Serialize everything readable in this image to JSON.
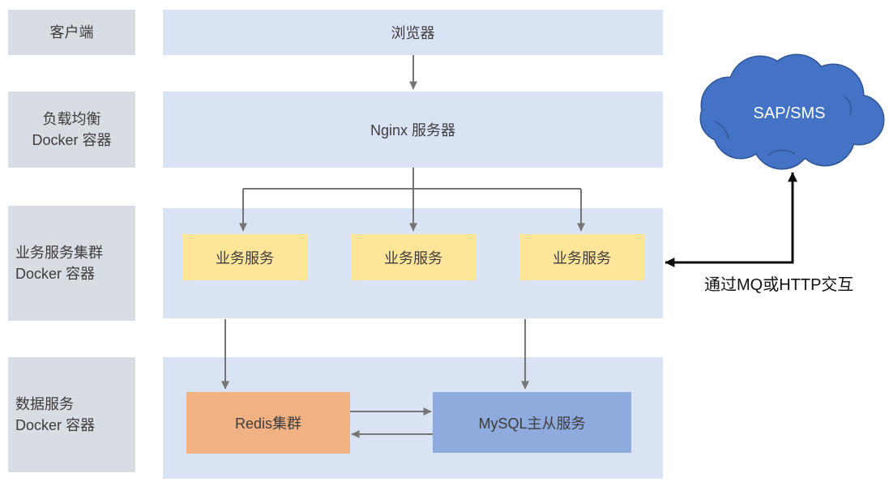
{
  "left_labels": [
    {
      "line1": "客户端",
      "line2": ""
    },
    {
      "line1": "负载均衡",
      "line2": "Docker 容器"
    },
    {
      "line1": "业务服务集群",
      "line2": "Docker 容器"
    },
    {
      "line1": "数据服务",
      "line2": "Docker 容器"
    }
  ],
  "nodes": {
    "browser": "浏览器",
    "nginx": "Nginx 服务器",
    "services": [
      "业务服务",
      "业务服务",
      "业务服务"
    ],
    "redis": "Redis集群",
    "mysql": "MySQL主从服务"
  },
  "cloud": {
    "label": "SAP/SMS"
  },
  "annotation": {
    "mq_http": "通过MQ或HTTP交互"
  },
  "colors": {
    "panel": "#dae3f3",
    "labelbox": "#d8dce3",
    "service": "#ffe599",
    "redis": "#f2b183",
    "mysql": "#8faadc",
    "cloud": "#4472c4",
    "cloudstroke": "#2f5597",
    "arrow": "#757575",
    "black": "#0d0d0d",
    "text": "#3d3d3d"
  }
}
